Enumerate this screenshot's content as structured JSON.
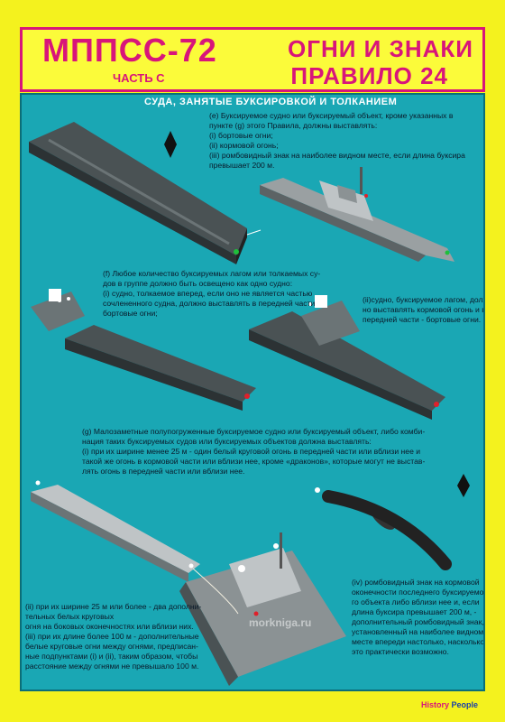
{
  "header": {
    "title": "МППСС-72",
    "part": "ЧАСТЬ С",
    "rule_line1": "ОГНИ И ЗНАКИ",
    "rule_line2": "ПРАВИЛО 24"
  },
  "section": {
    "heading": "СУДА, ЗАНЯТЫЕ  БУКСИРОВКОЙ И ТОЛКАНИЕМ"
  },
  "para_e": [
    "(е) Буксируемое судно или буксируемый объект, кроме указанных в",
    "пункте (g) этого Правила, должны выставлять:",
    "(i) бортовые огни;",
    "(ii) кормовой огонь;",
    "(iii) ромбовидный знак на наиболее видном месте, если длина буксира",
    "превышает 200 м."
  ],
  "para_f": [
    "(f) Любое количество буксируемых лагом или толкаемых су-",
    "дов в группе должно быть освещено как одно судно:",
    "(i) судно, толкаемое вперед, если оно не является частью",
    "сочлененного судна, должно выставлять в передней части",
    "бортовые огни;"
  ],
  "para_f2": [
    "(ii)судно, буксируемое лагом, долж-",
    "но выставлять кормовой огонь и в",
    "передней части - бортовые огни."
  ],
  "para_g": [
    "(g) Малозаметные полупогруженные буксируемое судно или буксируемый объект, либо комби-",
    "нация таких буксируемых судов или буксируемых объектов должна выставлять:",
    "(i) при их ширине менее 25 м - один белый круговой огонь в передней части или вблизи нее и",
    "такой же огонь в кормовой части или вблизи нее, кроме «драконов», которые могут не выстав-",
    "лять огонь в передней части или вблизи нее."
  ],
  "para_g2": [
    "(ii) при их ширине 25 м или более - два дополни-",
    "тельных белых круговых",
    "огня на боковых оконечностях или вблизи них.",
    "(iii) при их длине более 100 м - дополнительные",
    "белые круговые огни между огнями, предписан-",
    "ные подпунктами (i) и (ii), таким образом, чтобы",
    "расстояние между огнями не превышало 100 м."
  ],
  "para_g4": [
    "(iv) ромбовидный знак на кормовой",
    "оконечности последнего буксируемо-",
    "го объекта либо вблизи нее и, если",
    "длина буксира превышает 200 м, -",
    "дополнительный ромбовидный знак,",
    "установленный на наиболее видном",
    "месте впереди настолько, насколько",
    "это практически возможно."
  ],
  "watermark": "morkniga.ru",
  "footer": {
    "brand_a": "History",
    "brand_b": "People"
  },
  "colors": {
    "background": "#f4f21e",
    "title": "#d8157a",
    "panel": "#1aa7b4",
    "hull": "#3d4446",
    "red_light": "#e0202a",
    "green_light": "#1fbf3a"
  }
}
